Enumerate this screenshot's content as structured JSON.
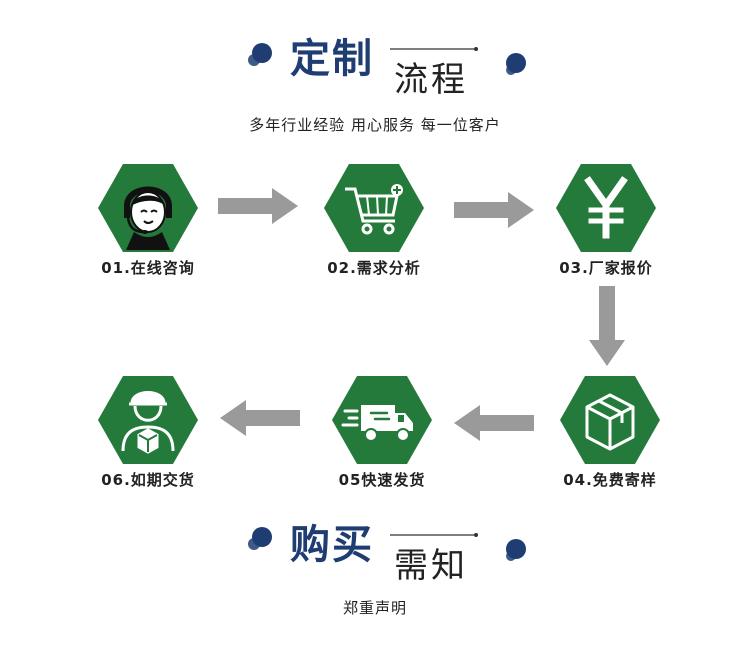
{
  "section_process": {
    "title_bold": "定制",
    "title_thin": "流程",
    "subtitle": "多年行业经验 用心服务 每一位客户"
  },
  "steps": [
    {
      "label": "01.在线咨询",
      "icon": "customer-service-icon"
    },
    {
      "label": "02.需求分析",
      "icon": "shopping-cart-icon"
    },
    {
      "label": "03.厂家报价",
      "icon": "yen-icon"
    },
    {
      "label": "04.免费寄样",
      "icon": "package-box-icon"
    },
    {
      "label": "05快速发货",
      "icon": "delivery-truck-icon"
    },
    {
      "label": "06.如期交货",
      "icon": "delivery-person-icon"
    }
  ],
  "section_purchase": {
    "title_bold": "购买",
    "title_thin": "需知",
    "subtitle": "郑重声明"
  },
  "colors": {
    "hex_green": "#247a3a",
    "arrow_gray": "#9a9a9a",
    "title_blue": "#1f3d73",
    "dot_navy": "#1f3d73"
  }
}
